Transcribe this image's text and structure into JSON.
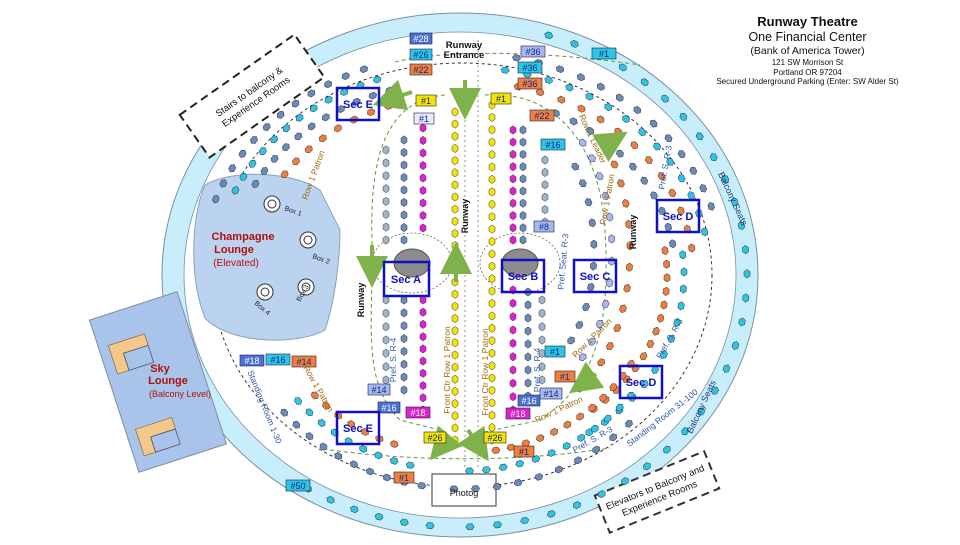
{
  "header": {
    "title": "Runway Theatre",
    "subtitle": "One Financial Center",
    "building": "(Bank of America Tower)",
    "address1": "121 SW Morrison St",
    "address2": "Portland OR 97204",
    "parking": "Secured Underground Parking (Enter: SW Alder St)"
  },
  "areas": {
    "runway_entrance_1": "Runway",
    "runway_entrance_2": "Entrance",
    "runway_center": "Runway",
    "runway_left": "Runway",
    "runway_right": "Runway",
    "stairs_1": "Stairs to balcony &",
    "stairs_2": "Experience Rooms",
    "elevators_1": "Elevators to Balcony and",
    "elevators_2": "Experience Rooms",
    "champagne_1": "Champagne",
    "champagne_2": "Lounge",
    "champagne_3": "(Elevated)",
    "sky_1": "Sky",
    "sky_2": "Lounge",
    "sky_3": "(Balcony Level)",
    "photog": "Photog",
    "balcony_seats_top": "Balcony Seats",
    "balcony_seats_bottom": "Balcony Seats",
    "box1": "Box 1",
    "box2": "Box 2",
    "box3": "Box 3",
    "box4": "Box 4"
  },
  "sections": {
    "sec_a": "Sec  A",
    "sec_b": "Sec  B",
    "sec_c": "Sec C",
    "sec_d_top": "Sec D",
    "sec_d_bottom": "Sec D",
    "sec_e_top": "Sec E",
    "sec_e_bottom": "Sec E"
  },
  "row_labels": {
    "row1_patron_tl": "Row 1 Patron",
    "row1_patron_tr": "Row 1 Patron",
    "row1_patron_mid": "Row 1 Patron",
    "row1_patron_br": "Row 1 Patron",
    "row1_patron_bl": "Row 1 Patron",
    "front_ctr_a": "Front Ctr Row 1 Patron",
    "front_ctr_b": "Front Ctr Row 1 Patron",
    "pref_seat_r3": "Pref. Seat. R-3",
    "pref_s_r3_top": "Pref. S. R-3",
    "pref_s_r3_mid": "Pref. S. R-3",
    "pref_s_r3_bottom": "Pref. S. R-3",
    "pref_s_r4_a": "Pref. S. R-4",
    "pref_s_r4_b": "Pref. S. R-4",
    "standing_left": "Standing Room 1-30",
    "standing_right": "Standing Room 31-100",
    "row1_leader": "Row 1 Leader"
  },
  "seat_tags": [
    {
      "label": "#28",
      "color": "#4a6fd6",
      "text_color": "#ffffff"
    },
    {
      "label": "#26",
      "color": "#2ec4e6",
      "text_color": "#0a2a8a"
    },
    {
      "label": "#22",
      "color": "#f07f3c",
      "text_color": "#0a2a8a"
    },
    {
      "label": "#36",
      "color": "#a7b8f0",
      "text_color": "#0a2a8a"
    },
    {
      "label": "#36",
      "color": "#2ec4e6",
      "text_color": "#0a2a8a"
    },
    {
      "label": "#36",
      "color": "#f07f3c",
      "text_color": "#0a2a8a"
    },
    {
      "label": "#1",
      "color": "#2ec4e6",
      "text_color": "#0a2a8a"
    },
    {
      "label": "#1",
      "color": "#f5e400",
      "text_color": "#0a2a8a"
    },
    {
      "label": "#1",
      "color": "#f5e400",
      "text_color": "#0a2a8a"
    },
    {
      "label": "#1",
      "color": "#e8e8ff",
      "text_color": "#0a2a8a"
    },
    {
      "label": "#22",
      "color": "#f07f3c",
      "text_color": "#0a2a8a"
    },
    {
      "label": "#16",
      "color": "#2ec4e6",
      "text_color": "#0a2a8a"
    },
    {
      "label": "#8",
      "color": "#a7b8f0",
      "text_color": "#0a2a8a"
    },
    {
      "label": "#1",
      "color": "#2ec4e6",
      "text_color": "#0a2a8a"
    },
    {
      "label": "#1",
      "color": "#f07f3c",
      "text_color": "#0a2a8a"
    },
    {
      "label": "#14",
      "color": "#a7b8f0",
      "text_color": "#0a2a8a"
    },
    {
      "label": "#16",
      "color": "#4a6fd6",
      "text_color": "#ffffff"
    },
    {
      "label": "#18",
      "color": "#e020d0",
      "text_color": "#ffffff"
    },
    {
      "label": "#18",
      "color": "#e020d0",
      "text_color": "#ffffff"
    },
    {
      "label": "#16",
      "color": "#4a6fd6",
      "text_color": "#ffffff"
    },
    {
      "label": "#14",
      "color": "#a7b8f0",
      "text_color": "#0a2a8a"
    },
    {
      "label": "#26",
      "color": "#f5e400",
      "text_color": "#0a2a8a"
    },
    {
      "label": "#26",
      "color": "#f5e400",
      "text_color": "#0a2a8a"
    },
    {
      "label": "#1",
      "color": "#f07f3c",
      "text_color": "#0a2a8a"
    },
    {
      "label": "#18",
      "color": "#4a6fd6",
      "text_color": "#ffffff"
    },
    {
      "label": "#16",
      "color": "#2ec4e6",
      "text_color": "#0a2a8a"
    },
    {
      "label": "#14",
      "color": "#f07f3c",
      "text_color": "#0a2a8a"
    },
    {
      "label": "#1",
      "color": "#f07f3c",
      "text_color": "#0a2a8a"
    },
    {
      "label": "#50",
      "color": "#2ec4e6",
      "text_color": "#0a2a8a"
    }
  ],
  "colors": {
    "outer_ring": "#c9eefb",
    "section_box": "#1010c0",
    "arrow": "#7fb24a",
    "label_brown": "#a06a10",
    "label_blue": "#2a5aa8",
    "champagne_bg": "#bcd3ef",
    "champagne_text": "#b01010",
    "sky_bg": "#a9c4ea",
    "tier_cyan": "#2ec4e6",
    "tier_blue": "#4a6fd6",
    "tier_light_blue": "#a7b8f0",
    "tier_slate": "#6a8ab8",
    "tier_orange": "#f07f3c",
    "tier_yellow": "#f5e400",
    "tier_magenta": "#e020d0",
    "tier_grey_blue": "#9fb4c8"
  }
}
